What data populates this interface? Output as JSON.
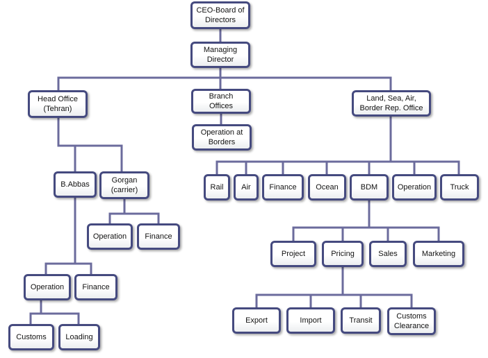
{
  "colors": {
    "connector": "#6b6b9c",
    "border": "#454a7f"
  },
  "nodes": {
    "ceo": "CEO-Board of\nDirectors",
    "md": "Managing\nDirector",
    "head_office": "Head Office\n(Tehran)",
    "branch_offices": "Branch\nOffices",
    "land_sea": "Land, Sea, Air,\nBorder Rep. Office",
    "op_borders": "Operation at\nBorders",
    "babbas": "B.Abbas",
    "gorgan": "Gorgan\n(carrier)",
    "gorgan_operation": "Operation",
    "gorgan_finance": "Finance",
    "babbas_operation": "Operation",
    "babbas_finance": "Finance",
    "customs": "Customs",
    "loading": "Loading",
    "rail": "Rail",
    "air": "Air",
    "ls_finance": "Finance",
    "ocean": "Ocean",
    "bdm": "BDM",
    "ls_operation": "Operation",
    "truck": "Truck",
    "project": "Project",
    "pricing": "Pricing",
    "sales": "Sales",
    "marketing": "Marketing",
    "export": "Export",
    "import": "Import",
    "transit": "Transit",
    "customs_clearance": "Customs\nClearance"
  }
}
